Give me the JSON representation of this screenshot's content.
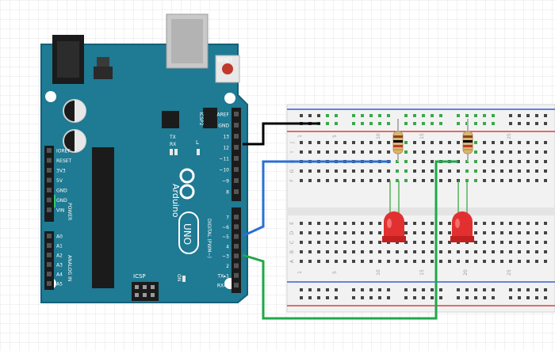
{
  "board": {
    "reset_label": "RESET",
    "icsp2_label": "ICSP2",
    "icsp_label": "ICSP",
    "tx_label": "TX",
    "rx_label": "RX",
    "l_label": "L",
    "brand": "Arduino",
    "model": "UNO",
    "on_label": "ON",
    "digital_label": "DIGITAL (PWM~)",
    "power_label": "POWER",
    "analog_label": "ANALOG IN",
    "power_pins": [
      "IOREF",
      "RESET",
      "3V3",
      "5V",
      "GND",
      "GND",
      "VIN"
    ],
    "analog_pins": [
      "A0",
      "A1",
      "A2",
      "A3",
      "A4",
      "A5"
    ],
    "digital_upper": [
      "AREF",
      "GND",
      "13",
      "12",
      "~11",
      "~10",
      "~9",
      "8"
    ],
    "digital_lower": [
      "7",
      "~6",
      "~5",
      "4",
      "~3",
      "2",
      "TX▸1",
      "RX◂0"
    ]
  },
  "breadboard": {
    "column_numbers": [
      "1",
      "5",
      "10",
      "15",
      "20",
      "25"
    ],
    "row_letters_top": [
      "J",
      "I",
      "H",
      "G",
      "F"
    ],
    "row_letters_bottom": [
      "E",
      "D",
      "C",
      "B",
      "A"
    ]
  },
  "wires": [
    {
      "name": "gnd-wire",
      "color": "#000000"
    },
    {
      "name": "pin5-wire",
      "color": "#2a6fd4"
    },
    {
      "name": "pin3-wire",
      "color": "#1fa84a"
    }
  ],
  "colors": {
    "board": "#1f7a93",
    "board_edge": "#15607a",
    "breadboard": "#f2f2f2",
    "led": "#e23030",
    "rail_red": "#d94040",
    "rail_blue": "#3a5fcf",
    "hole_highlight": "#3aa84a"
  }
}
